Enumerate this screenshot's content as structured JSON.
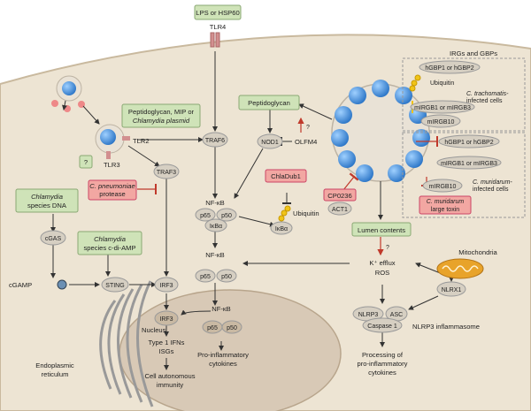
{
  "labels": {
    "lps": "LPS or HSP60",
    "tlr4": "TLR4",
    "irgs_gbps": "IRGs and GBPs",
    "peptidoglycan_box": "Peptidoglycan",
    "pg_mip_line1": "Peptidoglycan, MIP or",
    "pg_mip_line2": "Chlamydia plasmid",
    "tlr2": "TLR2",
    "tlr3": "TLR3",
    "traf6": "TRAF6",
    "nod1": "NOD1",
    "olfm4": "OLFM4",
    "question": "?",
    "chladub1": "ChlaDub1",
    "ubiquitin": "Ubiquitin",
    "nfkb": "NF-κB",
    "p65": "p65",
    "p50": "p50",
    "ikba": "IκBα",
    "cp0236": "CP0236",
    "act1": "ACT1",
    "hgbp1_ct": "hGBP1 or hGBP2",
    "ubiquitin_ct": "Ubiquitin",
    "ct_infected_1": "C. trachomatis-",
    "ct_infected_2": "infected cells",
    "mirgb1_ct": "mIRGB1 or mIRGB3",
    "mirgb10_ct": "mIRGB10",
    "hgbp1_cm": "hGBP1 or hGBP2",
    "mirgb1_cm": "mIRGB1 or mIRGB3",
    "mirgb10_cm": "mIRGB10",
    "cm_infected_1": "C. muridarum-",
    "cm_infected_2": "infected cells",
    "cm_toxin_1": "C. muridarum",
    "cm_toxin_2": "large toxin",
    "chlamydia_dna_1": "Chlamydia",
    "chlamydia_dna_2": "species DNA",
    "cpneu_1": "C. pneumoniae",
    "cpneu_2": "protease",
    "traf3": "TRAF3",
    "cgas": "cGAS",
    "cdiamp_1": "Chlamydia",
    "cdiamp_2": "species c-di-AMP",
    "cgamp": "cGAMP",
    "sting": "STING",
    "irf3": "IRF3",
    "lumen": "Lumen contents",
    "mitochondria": "Mitochondria",
    "k_efflux": "K⁺ efflux",
    "ros": "ROS",
    "nlrx1": "NLRX1",
    "nlrp3": "NLRP3",
    "asc": "ASC",
    "caspase1": "Caspase 1",
    "nlrp3_inflammasome": "NLRP3 inflammasome",
    "processing_1": "Processing of",
    "processing_2": "pro-inflammatory",
    "processing_3": "cytokines",
    "er_1": "Endoplasmic",
    "er_2": "reticulum",
    "nucleus": "Nucleus",
    "type1_1": "Type 1 IFNs",
    "type1_2": "ISGs",
    "cell_auto_1": "Cell autonomous",
    "cell_auto_2": "immunity",
    "proinf_1": "Pro-inflammatory",
    "proinf_2": "cytokines"
  },
  "colors": {
    "green_box": "#cfe3b8",
    "red_box": "#f2a7a2",
    "red_arrow": "#c0392b",
    "oval": "#d6cfc2",
    "cell": "#ede4d3",
    "nucleus": "#d8c9b6",
    "mito": "#e8a32a",
    "bacterium": "#3f8fd8",
    "ubiquitin": "#f0c419"
  }
}
